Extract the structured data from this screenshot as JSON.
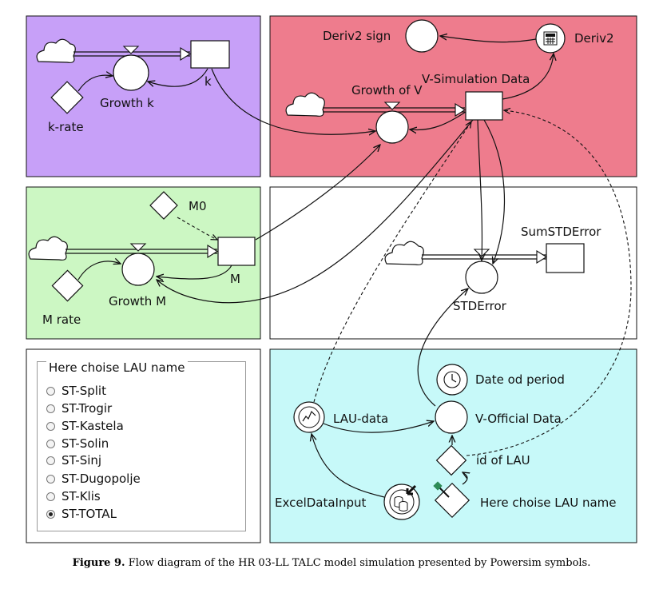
{
  "colors": {
    "purple_panel": "#c7a0f8",
    "pink_panel": "#ee7c8d",
    "green_panel": "#ccf7c3",
    "cyan_panel": "#c7f9f9",
    "white_panel": "#ffffff"
  },
  "diagram": {
    "k": "k",
    "growth_k": "Growth k",
    "k_rate": "k-rate",
    "deriv2_sign": "Deriv2 sign",
    "deriv2": "Deriv2",
    "growth_of_v": "Growth of V",
    "v_simulation_data": "V-Simulation Data",
    "m0": "M0",
    "m": "M",
    "growth_m": "Growth M",
    "m_rate": "M rate",
    "sum_std_error": "SumSTDError",
    "std_error": "STDError",
    "date_od_period": "Date od period",
    "lau_data": "LAU-data",
    "v_official_data": "V-Official Data",
    "id_of_lau": "id of LAU",
    "excel_data_input": "ExcelDataInput",
    "here_choise_lau_name": "Here choise LAU name"
  },
  "lau_selector": {
    "legend": "Here choise LAU name",
    "options": [
      "ST-Split",
      "ST-Trogir",
      "ST-Kastela",
      "ST-Solin",
      "ST-Sinj",
      "ST-Dugopolje",
      "ST-Klis",
      "ST-TOTAL"
    ],
    "selected": "ST-TOTAL"
  },
  "caption": {
    "label": "Figure 9.",
    "text": "Flow diagram of the HR 03-LL TALC model simulation presented by Powersim symbols."
  }
}
